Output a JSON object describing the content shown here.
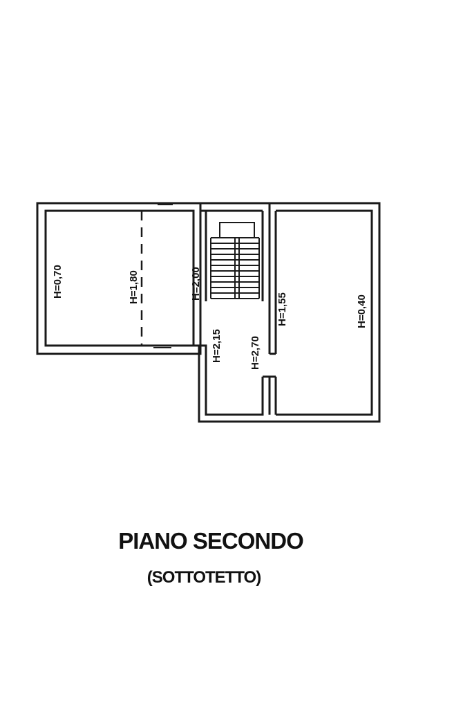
{
  "plan": {
    "title": "PIANO SECONDO",
    "subtitle": "(SOTTOTETTO)"
  },
  "rooms": [
    {
      "id": "left-eave",
      "height_label": "H=0,70"
    },
    {
      "id": "left-center",
      "height_label": "H=1,80"
    },
    {
      "id": "left-inner",
      "height_label": "H=2,00"
    },
    {
      "id": "corridor",
      "height_label": "H=2,15"
    },
    {
      "id": "corridor-right",
      "height_label": "H=2,70"
    },
    {
      "id": "right-inner",
      "height_label": "H=1,55"
    },
    {
      "id": "right-room",
      "height_label": "H=0,40"
    }
  ],
  "colors": {
    "line": "#1a1a1a",
    "background": "#ffffff"
  }
}
